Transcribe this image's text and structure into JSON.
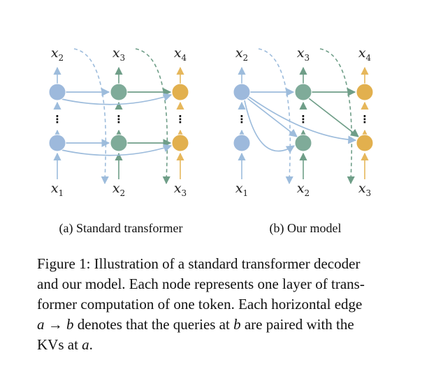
{
  "panels": [
    {
      "id": "a",
      "caption": "(a) Standard transformer",
      "top_labels": [
        {
          "var": "x",
          "sub": "2"
        },
        {
          "var": "x",
          "sub": "3"
        },
        {
          "var": "x",
          "sub": "4"
        }
      ],
      "bottom_labels": [
        {
          "var": "x",
          "sub": "1"
        },
        {
          "var": "x",
          "sub": "2"
        },
        {
          "var": "x",
          "sub": "3"
        }
      ]
    },
    {
      "id": "b",
      "caption": "(b) Our model",
      "top_labels": [
        {
          "var": "x",
          "sub": "2"
        },
        {
          "var": "x",
          "sub": "3"
        },
        {
          "var": "x",
          "sub": "4"
        }
      ],
      "bottom_labels": [
        {
          "var": "x",
          "sub": "1"
        },
        {
          "var": "x",
          "sub": "2"
        },
        {
          "var": "x",
          "sub": "3"
        }
      ]
    }
  ],
  "ellipsis": "⋮",
  "colors": {
    "node_blue": "#9db9dc",
    "node_teal": "#7fab99",
    "node_gold": "#e2b04e",
    "edge_blue": "#9dbcdc",
    "edge_teal": "#6f9e88",
    "edge_gold": "#e6b75b"
  },
  "figure_caption": {
    "lines": [
      [
        "Figure 1: Illustration of a standard transformer decoder"
      ],
      [
        "and our model. Each node represents one layer of trans-"
      ],
      [
        "former computation of one token. Each horizontal edge"
      ],
      [
        {
          "it": "a"
        },
        " → ",
        {
          "it": "b"
        },
        " denotes that the queries at ",
        {
          "it": "b"
        },
        " are paired with the"
      ],
      [
        "KVs at ",
        {
          "it": "a"
        },
        "."
      ]
    ]
  }
}
